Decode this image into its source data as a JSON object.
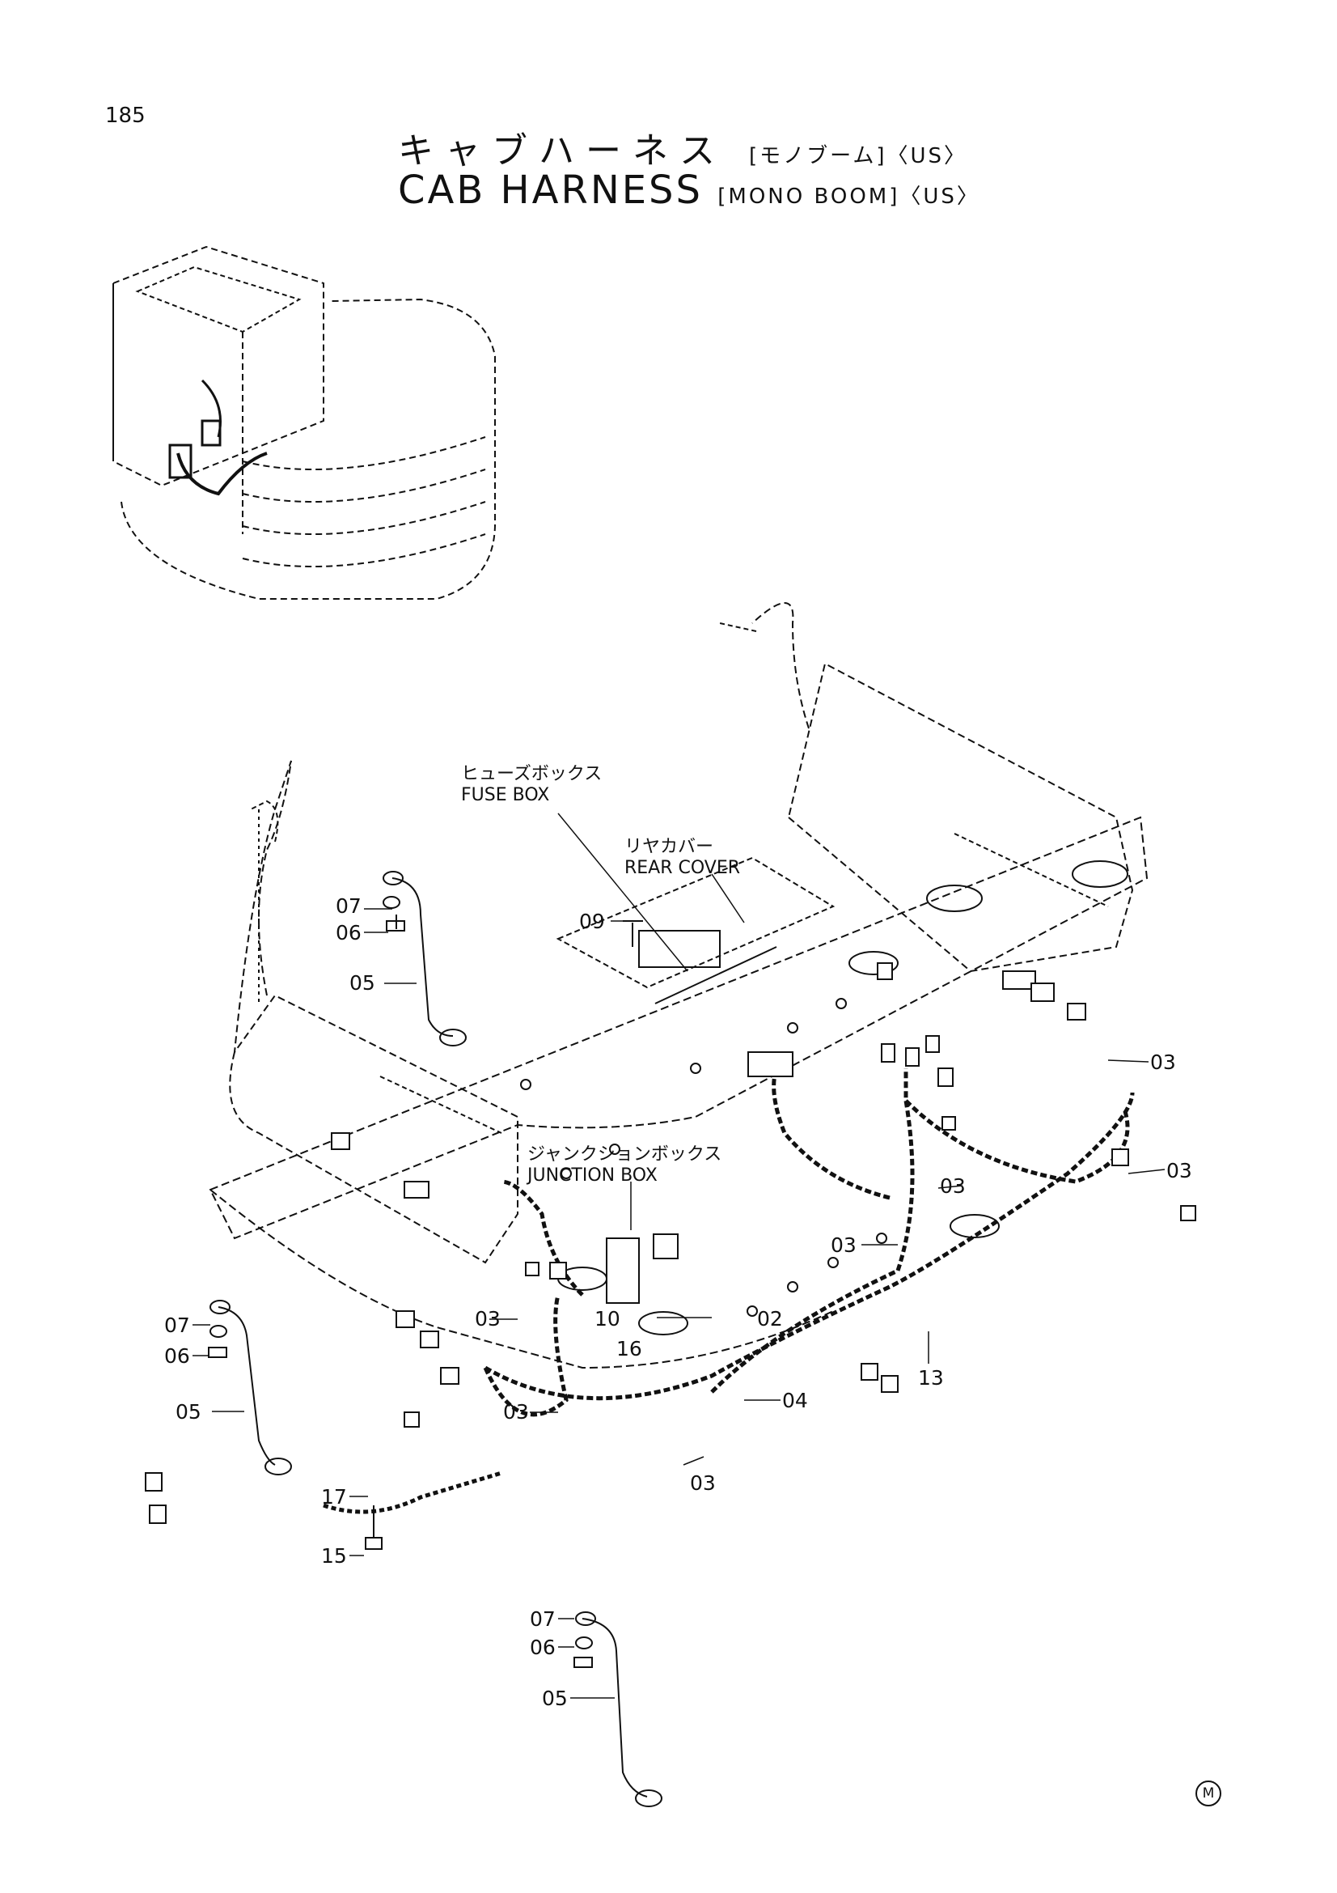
{
  "page_number": "185",
  "title": {
    "jp": "キャブハーネス",
    "jp_qualifier": "[モノブーム]〈US〉",
    "en": "CAB HARNESS",
    "en_qualifier": "[MONO BOOM]〈US〉"
  },
  "callouts": {
    "fuse_box": {
      "jp": "ヒューズボックス",
      "en": "FUSE BOX"
    },
    "rear_cover": {
      "jp": "リヤカバー",
      "en": "REAR COVER"
    },
    "junction_box": {
      "jp": "ジャンクションボックス",
      "en": "JUNCTION BOX"
    }
  },
  "part_labels": [
    "07",
    "06",
    "05",
    "09",
    "03",
    "03",
    "03",
    "03",
    "03",
    "03",
    "03",
    "10",
    "02",
    "16",
    "04",
    "13",
    "07",
    "06",
    "05",
    "17",
    "15",
    "07",
    "06",
    "05"
  ],
  "corner_mark": "M",
  "colors": {
    "line": "#111111",
    "dashed": "#666666",
    "background": "#ffffff"
  }
}
